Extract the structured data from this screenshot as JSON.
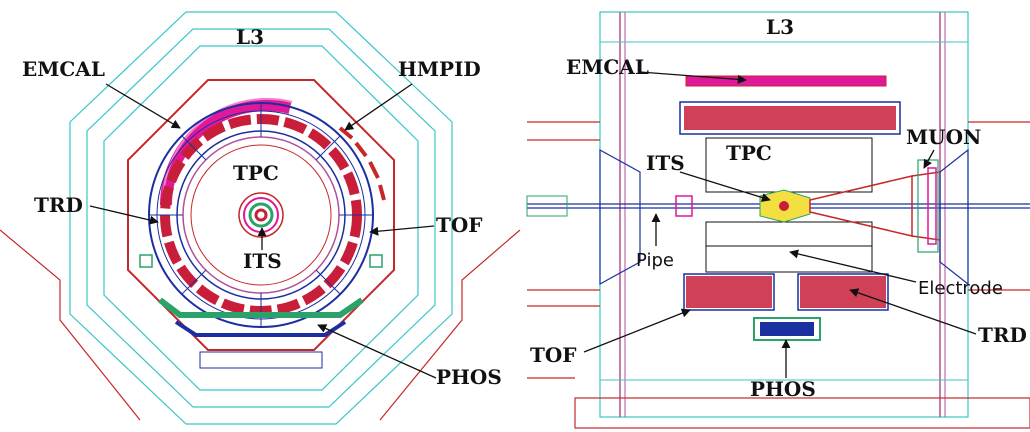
{
  "left_view": {
    "labels": {
      "l3": "L3",
      "emcal": "EMCAL",
      "hmpid": "HMPID",
      "tpc": "TPC",
      "trd": "TRD",
      "tof": "TOF",
      "its": "ITS",
      "phos": "PHOS"
    }
  },
  "right_view": {
    "labels": {
      "l3": "L3",
      "emcal": "EMCAL",
      "muon": "MUON",
      "its": "ITS",
      "tpc": "TPC",
      "pipe": "Pipe",
      "electrode": "Electrode",
      "tof": "TOF",
      "trd": "TRD",
      "phos": "PHOS"
    }
  },
  "colors": {
    "l3_outline": "#39c6c6",
    "magnet_red": "#c62828",
    "emcal_magenta": "#e0189a",
    "trd_red": "#c81e3a",
    "tof_blue": "#1a2fa0",
    "phos_green": "#2aa26a",
    "support_purple": "#b0509a",
    "text": "#111111"
  }
}
